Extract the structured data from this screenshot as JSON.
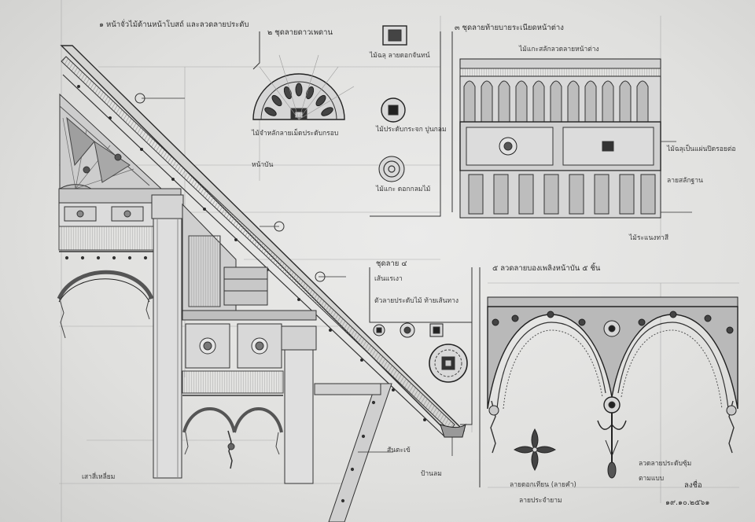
{
  "drawing": {
    "note_1": "๑ หน้าจั่วไม้ด้านหน้าโบสถ์ และลวดลายประดับ",
    "note_2": "๒ ชุดลายดาวเพดาน",
    "note_3": "๓ ชุดลายท้ายบายระเนียดหน้าต่าง",
    "note_4": "ชุดลาย ๔",
    "note_5": "๕ ลวดลายบองเพลิงหน้าบัน ๕ ชิ้น",
    "small_labels": [
      "ไม้จำหลักลายเม็ดประดับกรอบ",
      "ไม้ฉลุ ลายดอกจันทน์",
      "ไม้ประดับกระจก ปูนกลม",
      "ไม้แกะ ดอกกลมไม้",
      "หน้าบัน",
      "เส้นแรเงา",
      "ตัวลายประดับไม้ ท้ายเส้นทาง",
      "ไม้แกะสลักลวดลายหน้าต่าง",
      "ไม้ฉลุเป็นแผ่นปิดรอยต่อ",
      "ลายสลักฐาน",
      "ไม้ระแนงทาสี",
      "สันตะเข้",
      "ป้านลม",
      "ลายดอกเทียน (ลายคำ)",
      "ลายประจำยาม",
      "เสาสี่เหลี่ยม",
      "ลวดลายประดับซุ้ม",
      "ตามแบบ"
    ],
    "signature": "ลงชื่อ",
    "date": "๑๙.๑๐.๒๕๖๑"
  }
}
